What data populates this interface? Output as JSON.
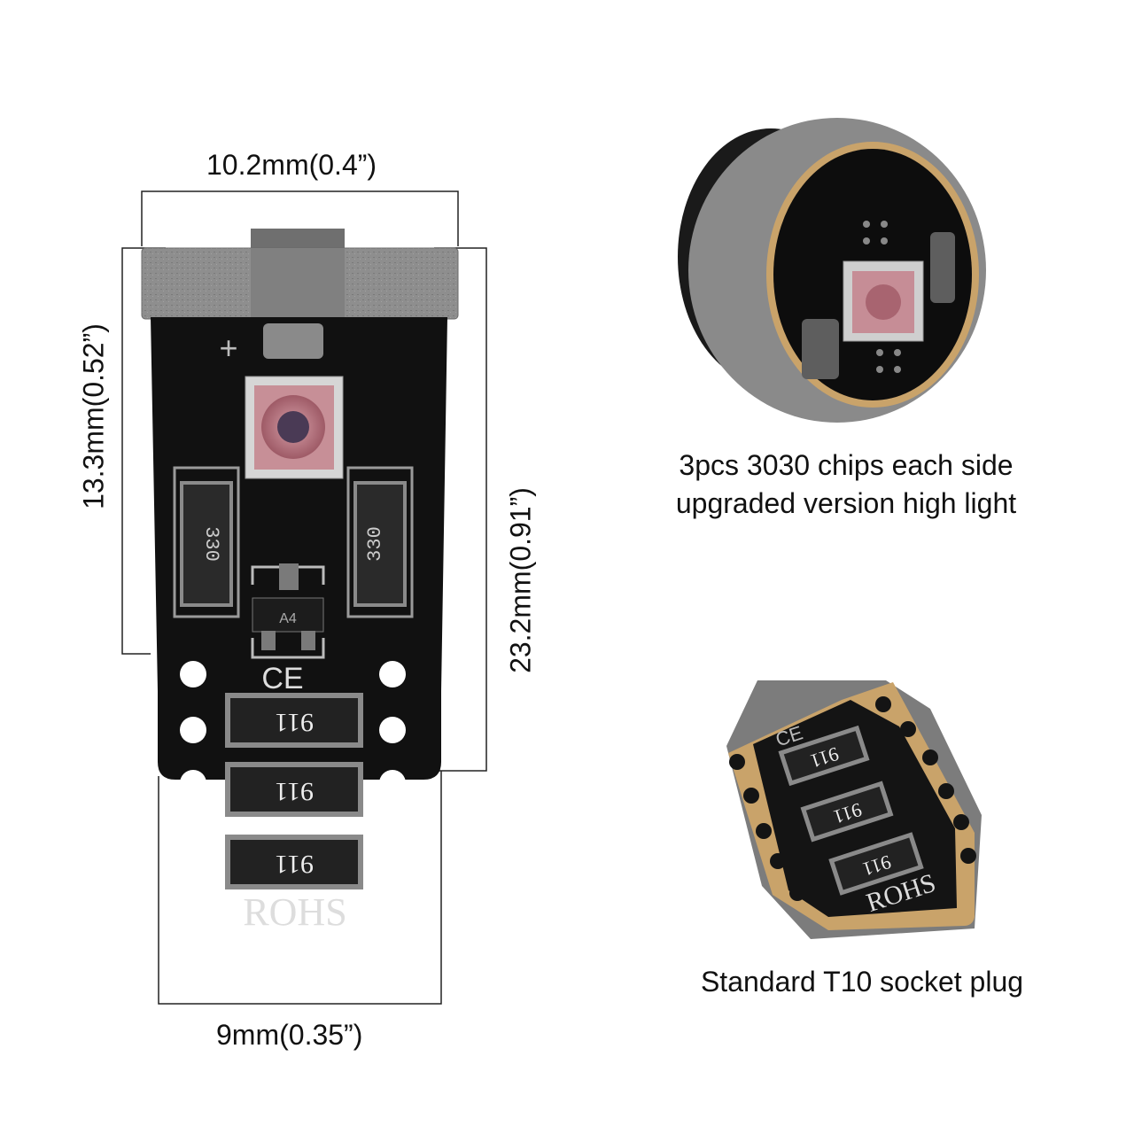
{
  "dimensions": {
    "top_width": "10.2mm(0.4”)",
    "bottom_width": "9mm(0.35”)",
    "left_height": "13.3mm(0.52”)",
    "right_height": "23.2mm(0.91”)"
  },
  "bulb_markings": {
    "plus_sign": "+",
    "resistor_left": "330",
    "resistor_right": "330",
    "transistor": "A4",
    "ce_mark": "CE",
    "resistor_codes": [
      "911",
      "911",
      "911"
    ],
    "rohs": "ROHS"
  },
  "captions": {
    "top_right_line1": "3pcs 3030 chips each side",
    "top_right_line2": "upgraded version high light",
    "bottom_right": "Standard T10 socket plug"
  },
  "closeup_markings": {
    "ce_mark": "CE",
    "resistor_codes": [
      "911",
      "911",
      "911"
    ],
    "rohs": "ROHS"
  },
  "colors": {
    "pcb": "#111111",
    "housing": "#8e8e8e",
    "led_chip": "#b66b78",
    "gold_pad": "#c9a36a",
    "line": "#222222"
  }
}
